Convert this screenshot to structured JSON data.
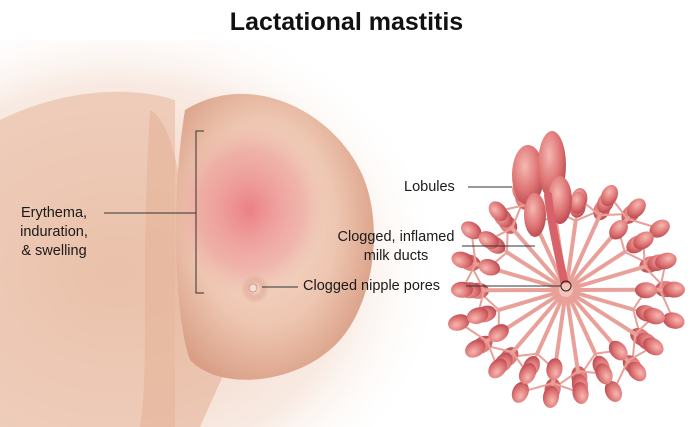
{
  "title": "Lactational mastitis",
  "labels": {
    "erythema": [
      "Erythema,",
      "induration,",
      "& swelling"
    ],
    "lobules": "Lobules",
    "ducts": [
      "Clogged, inflamed",
      "milk ducts"
    ],
    "pores": "Clogged nipple pores"
  },
  "colors": {
    "skin": "#f0cdbc",
    "skin_shadow": "#d9a58c",
    "redness": "#e8707a",
    "lobule": "#d96a6e",
    "lobule_light": "#f2aaa6",
    "duct": "#e89a90"
  }
}
